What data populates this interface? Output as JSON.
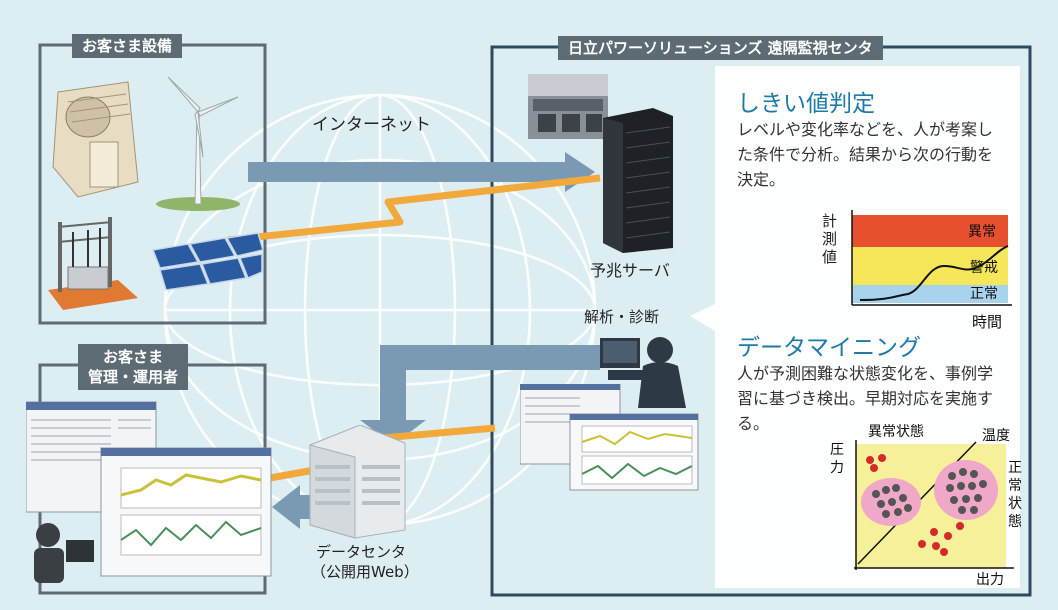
{
  "customer_equipment": {
    "title": "お客さま設備"
  },
  "internet_label": "インターネット",
  "monitoring_center": {
    "title": "日立パワーソリューションズ 遠隔監視センタ"
  },
  "server_label": "予兆サーバ",
  "analysis_label": "解析・診断",
  "customer_operators": {
    "title_line1": "お客さま",
    "title_line2": "管理・運用者"
  },
  "data_center": {
    "line1": "データセンタ",
    "line2": "（公開用Web）"
  },
  "threshold": {
    "title": "しきい値判定",
    "desc": "レベルや変化率などを、人が考案した条件で分析。結果から次の行動を決定。",
    "y_axis": [
      "計",
      "測",
      "値"
    ],
    "x_axis": "時間",
    "zones": {
      "abnormal": "異常",
      "warning": "警戒",
      "normal": "正常"
    }
  },
  "datamining": {
    "title": "データマイニング",
    "desc": "人が予測困難な状態変化を、事例学習に基づき検出。早期対応を実施する。",
    "y_axis": [
      "圧",
      "力"
    ],
    "x_axis": "出力",
    "diag_axis": "温度",
    "abnormal_label": "異常状態",
    "normal_label": [
      "正",
      "常",
      "状",
      "態"
    ]
  },
  "colors": {
    "arrow": "#7a9ab4",
    "lightning": "#f2a93b",
    "frame": "#2f4a5e",
    "accent": "#1e7aa8"
  }
}
